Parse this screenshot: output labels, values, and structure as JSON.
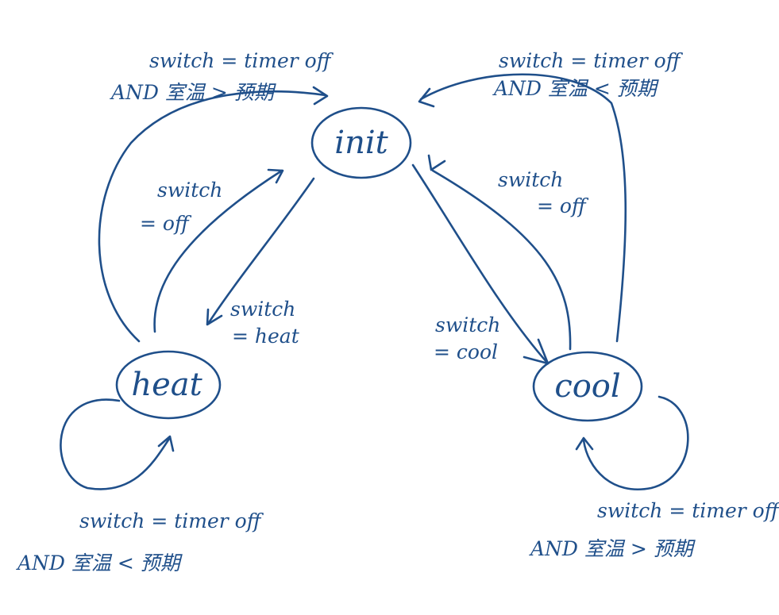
{
  "states": {
    "init": "init",
    "heat": "heat",
    "cool": "cool"
  },
  "transitions": {
    "heat_to_init_timer": [
      "switch = timer off",
      "AND 室温 > 预期"
    ],
    "cool_to_init_timer": [
      "switch = timer off",
      "AND 室温 < 预期"
    ],
    "heat_to_init_off": [
      "switch",
      "= off"
    ],
    "cool_to_init_off": [
      "switch",
      "= off"
    ],
    "init_to_heat": [
      "switch",
      "= heat"
    ],
    "init_to_cool": [
      "switch",
      "= cool"
    ],
    "heat_self": [
      "switch = timer off",
      "AND 室温 < 预期"
    ],
    "cool_self": [
      "switch = timer off",
      "AND 室温 > 预期"
    ]
  },
  "colors": {
    "ink": "#1f4f8a",
    "background": "#ffffff"
  }
}
